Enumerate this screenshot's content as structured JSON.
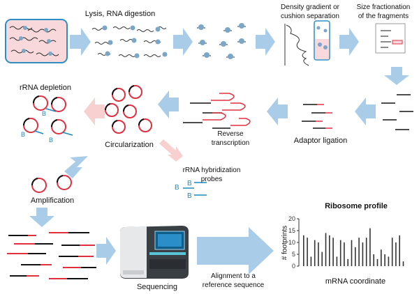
{
  "labels": {
    "lysis": "Lysis, RNA digestion",
    "density": "Density gradient or\ncushion separation",
    "size_fraction": "Size fractionation\nof the fragments",
    "rrna_depletion": "rRNA depletion",
    "circularization": "Circularization",
    "reverse_transcription": "Reverse\ntranscription",
    "adaptor_ligation": "Adaptor ligation",
    "rrna_probes": "rRNA hybridization\nprobes",
    "amplification": "Amplification",
    "sequencing": "Sequencing",
    "alignment": "Alignment to a\nreference sequence",
    "ribosome_profile": "Ribosome profile",
    "mrna_coordinate": "mRNA coordinate",
    "footprints_axis": "# footprints",
    "probe_letter": "B"
  },
  "chart_data": {
    "type": "bar",
    "title": "Ribosome profile",
    "xlabel": "mRNA coordinate",
    "ylabel": "# footprints",
    "ylim": [
      0,
      20
    ],
    "yticks": [
      0,
      5,
      10,
      15,
      20
    ],
    "values": [
      13,
      12,
      4,
      11,
      10,
      6,
      14,
      13,
      12,
      4,
      11,
      10,
      3,
      11,
      8,
      12,
      10,
      12,
      16,
      5,
      3,
      7,
      5,
      4,
      12,
      10,
      13,
      2
    ]
  },
  "colors": {
    "arrow_blue": "#a9cde8",
    "arrow_pink": "#f8d0d0",
    "rna_red": "#e03040",
    "probe_blue": "#1a8ab8",
    "box_fill": "#f9d8dc",
    "box_border": "#2d8ec4"
  }
}
